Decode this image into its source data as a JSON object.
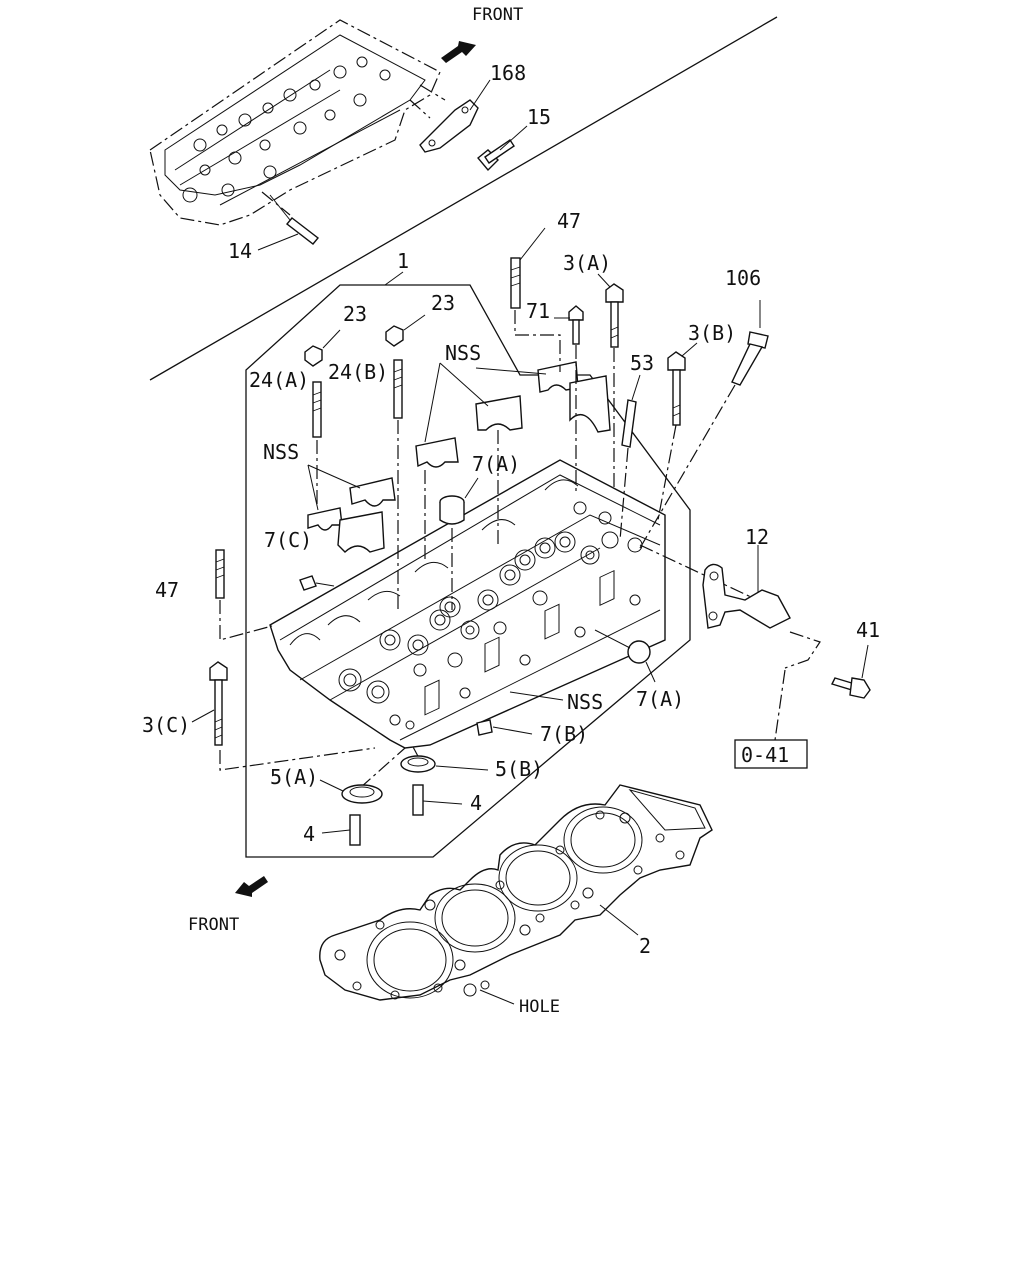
{
  "labels": {
    "front_top": "FRONT",
    "front_bottom": "FRONT",
    "p168": "168",
    "p15": "15",
    "p14": "14",
    "p1": "1",
    "p47_top": "47",
    "p3a": "3(A)",
    "p106": "106",
    "p23_left": "23",
    "p23_right": "23",
    "p71": "71",
    "p3b": "3(B)",
    "p53": "53",
    "nss_1": "NSS",
    "p24a": "24(A)",
    "p24b": "24(B)",
    "nss_2": "NSS",
    "p7a_top": "7(A)",
    "p7c": "7(C)",
    "p12": "12",
    "p47_left": "47",
    "p41": "41",
    "p3c": "3(C)",
    "nss_3": "NSS",
    "p7a_right": "7(A)",
    "p7b": "7(B)",
    "ref_box": "0-41",
    "p5a": "5(A)",
    "p5b": "5(B)",
    "p4_right": "4",
    "p4_left": "4",
    "p2": "2",
    "hole": "HOLE"
  }
}
